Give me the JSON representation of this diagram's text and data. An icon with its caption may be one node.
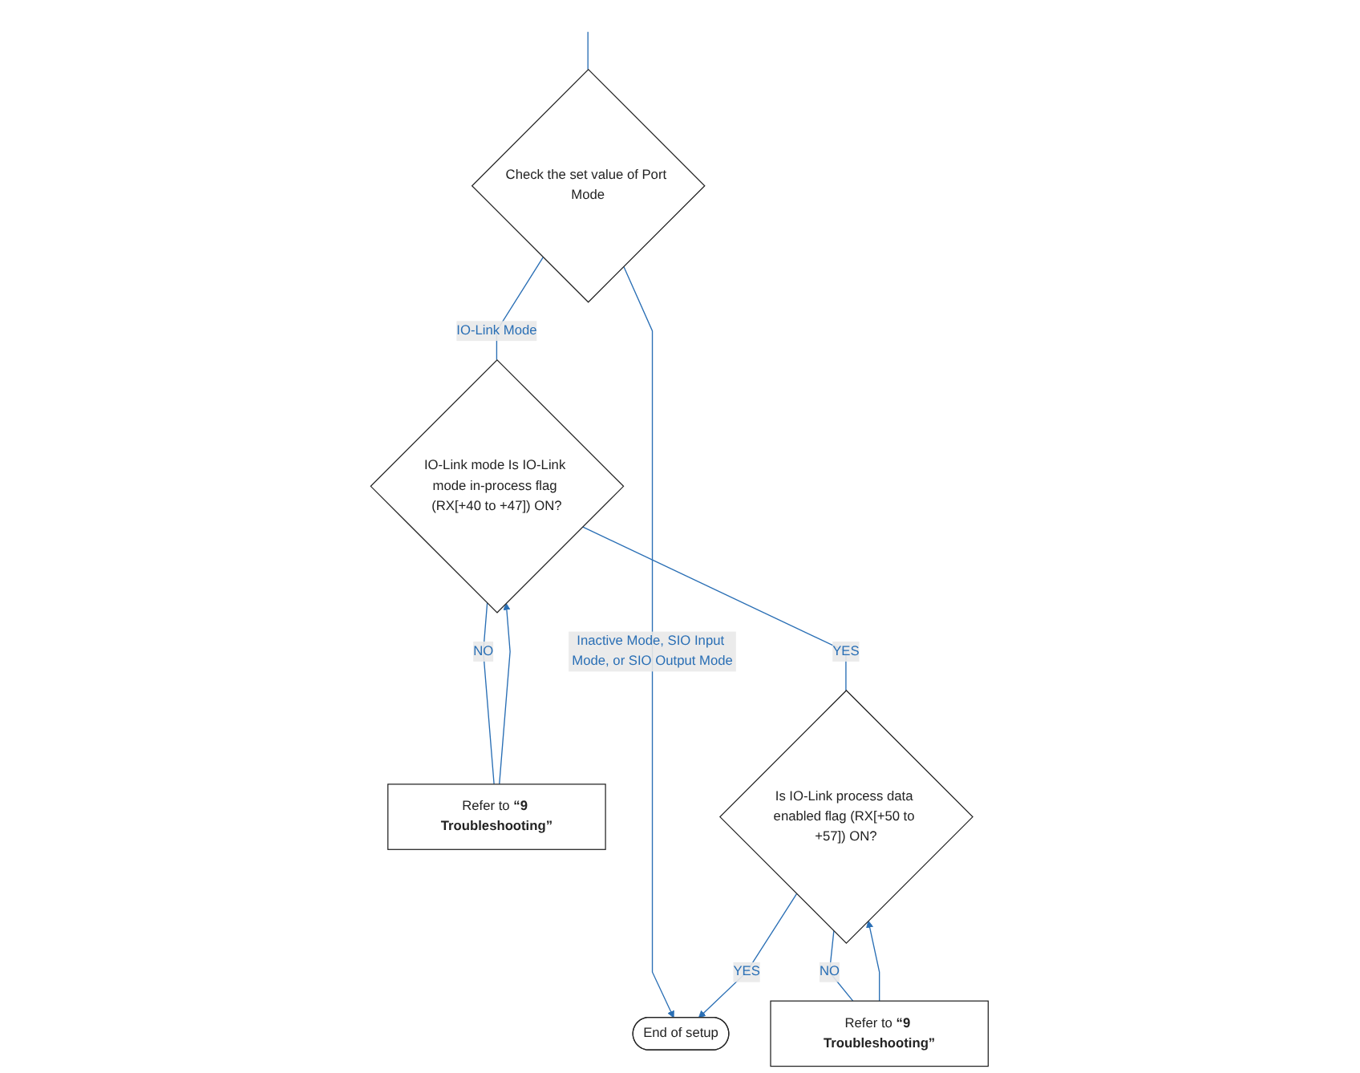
{
  "diagram": {
    "nodes": [
      {
        "text": [
          "Check the set value of Port Mode"
        ]
      },
      {
        "text": [
          "IO-Link mode Is IO-Link mode in-process flag (RX[+40 to +47]) ON?"
        ]
      },
      {
        "text": [
          "Refer to **“9 Troubleshooting”**"
        ]
      },
      {
        "text": [
          "Is IO-Link process data enabled flag (RX[+50 to +57]) ON?"
        ]
      },
      {
        "text": [
          "Refer to **“9 Troubleshooting”**"
        ]
      },
      {
        "text": [
          "End of setup"
        ]
      }
    ],
    "edges": [
      {
        "from": null,
        "to": 0,
        "arrow": "none"
      },
      {
        "from": 0,
        "to": 5,
        "label": "Inactive Mode, SIO Input Mode, or SIO Output Mode",
        "arrow": "to"
      },
      {
        "from": 0,
        "to": 1,
        "label": "IO-Link Mode",
        "arrow": "none"
      },
      {
        "from": 1,
        "to": 2,
        "label": "NO",
        "arrow": "none"
      },
      {
        "from": 2,
        "to": 1,
        "arrow": "to"
      },
      {
        "from": 1,
        "to": 3,
        "label": "YES",
        "arrow": "none"
      },
      {
        "from": 3,
        "to": 4,
        "label": "NO",
        "arrow": "none"
      },
      {
        "from": 4,
        "to": 3,
        "arrow": "to"
      },
      {
        "from": 3,
        "to": 5,
        "label": "YES",
        "arrow": "to"
      }
    ]
  }
}
